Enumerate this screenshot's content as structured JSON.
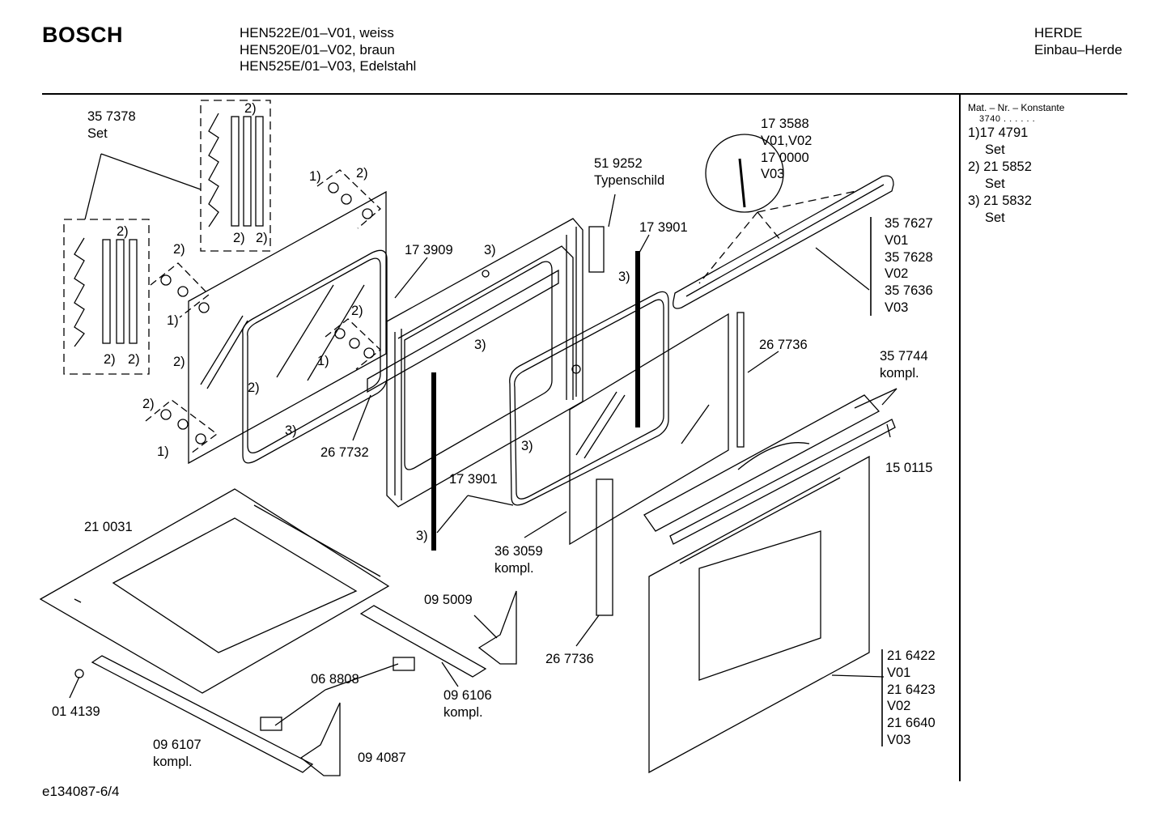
{
  "header": {
    "brand": "BOSCH",
    "models": [
      "HEN522E/01–V01, weiss",
      "HEN520E/01–V02, braun",
      "HEN525E/01–V03, Edelstahl"
    ],
    "category": [
      "HERDE",
      "Einbau–Herde"
    ]
  },
  "sidebar": {
    "title": "Mat. – Nr. – Konstante",
    "constant": "3740 . . . . . .",
    "entries": [
      {
        "line1": "1)17 4791",
        "line2": "Set"
      },
      {
        "line1": "2) 21 5852",
        "line2": "Set"
      },
      {
        "line1": "3) 21 5832",
        "line2": "Set"
      }
    ]
  },
  "parts": {
    "p357378": [
      "35 7378",
      "Set"
    ],
    "p173588": [
      "17 3588",
      "V01,V02",
      "17 0000",
      "V03"
    ],
    "p519252": [
      "51 9252",
      "Typenschild"
    ],
    "p173909": "17 3909",
    "p173901_top": "17 3901",
    "p357627": [
      "35 7627",
      "V01",
      "35 7628",
      "V02",
      "35 7636",
      "V03"
    ],
    "p267736_right": "26 7736",
    "p357744": [
      "35 7744",
      "kompl."
    ],
    "p150115": "15 0115",
    "p267732": "26 7732",
    "p173901_mid": "17 3901",
    "p363059": [
      "36 3059",
      "kompl."
    ],
    "p210031": "21 0031",
    "p095009": "09 5009",
    "p267736_bottom": "26 7736",
    "p216422": [
      "21 6422",
      "V01",
      "21 6423",
      "V02",
      "21 6640",
      "V03"
    ],
    "p068808": "06 8808",
    "p096106": [
      "09 6106",
      "kompl."
    ],
    "p014139": "01 4139",
    "p096107": [
      "09 6107",
      "kompl."
    ],
    "p094087": "09 4087"
  },
  "markers": {
    "one": "1)",
    "two": "2)",
    "three": "3)"
  },
  "footer": {
    "code": "e134087-6/4"
  }
}
